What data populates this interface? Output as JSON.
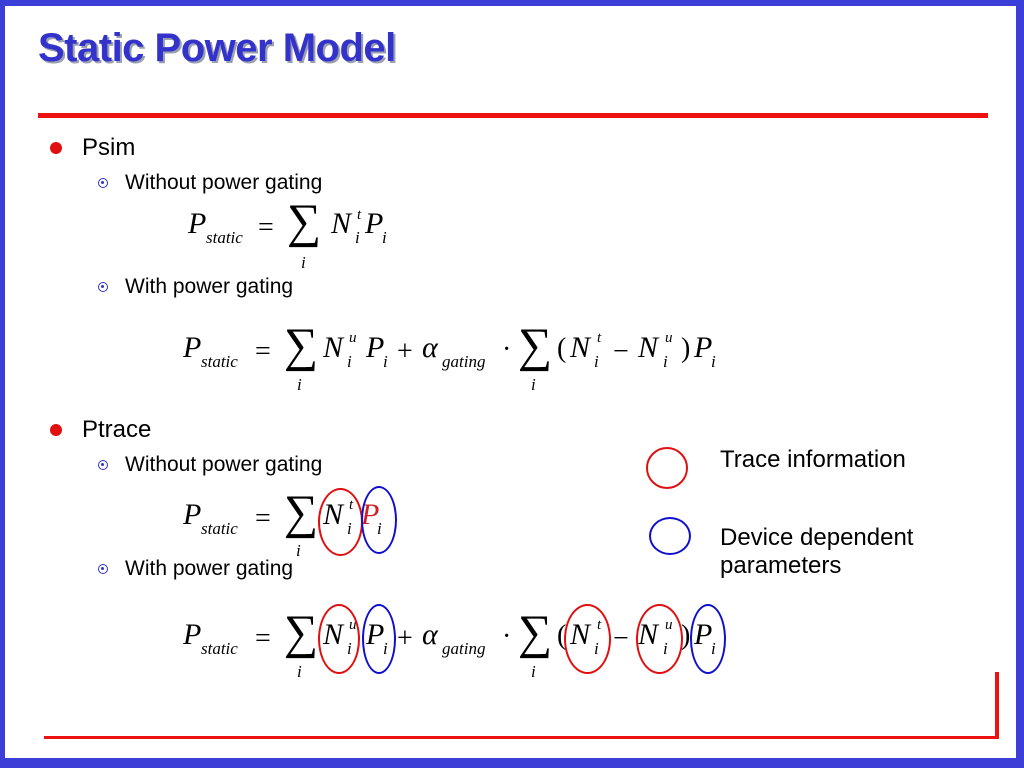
{
  "slide": {
    "title": "Static Power Model",
    "colors": {
      "frame": "#3b3fd8",
      "title": "#3333cc",
      "rule": "#ee1111",
      "trace_circle": "#e01010",
      "device_circle": "#1010cc"
    }
  },
  "sections": [
    {
      "label": "Psim",
      "items": [
        {
          "label": "Without power gating"
        },
        {
          "label": "With power gating"
        }
      ]
    },
    {
      "label": "Ptrace",
      "items": [
        {
          "label": "Without power gating"
        },
        {
          "label": "With power gating"
        }
      ]
    }
  ],
  "math": {
    "P": "P",
    "N": "N",
    "static": "static",
    "gating": "gating",
    "i": "i",
    "t": "t",
    "u": "u",
    "eq": "=",
    "plus": "+",
    "minus": "−",
    "cdot": "·",
    "sigma": "∑",
    "alpha": "α",
    "lparen": "(",
    "rparen": ")"
  },
  "legend": {
    "trace": "Trace information",
    "device_line1": "Device dependent",
    "device_line2": "parameters"
  }
}
